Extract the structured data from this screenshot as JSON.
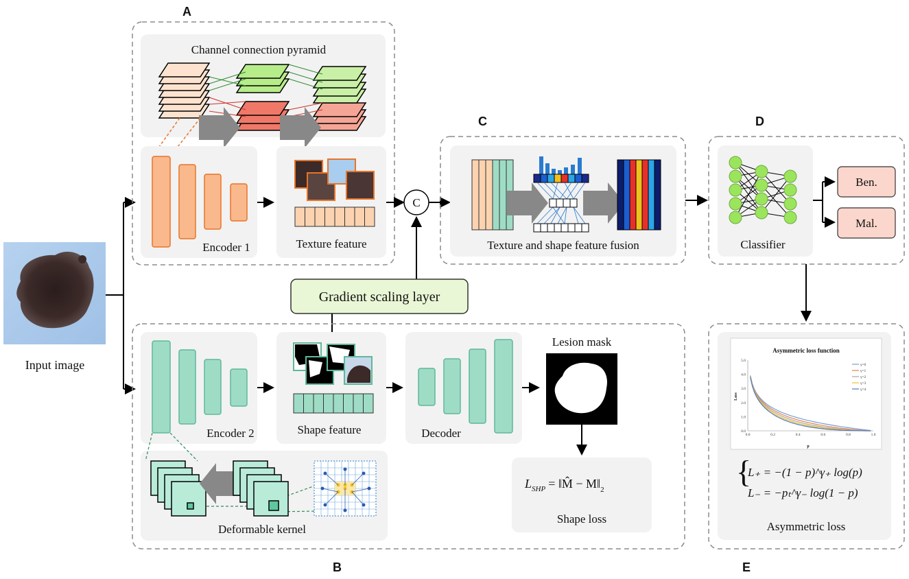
{
  "panel_letters": {
    "a": "A",
    "b": "B",
    "c": "C",
    "d": "D",
    "e": "E"
  },
  "input": {
    "label": "Input image"
  },
  "panel_a": {
    "pyramid_title": "Channel connection pyramid",
    "encoder_label": "Encoder 1",
    "texture_label": "Texture feature"
  },
  "concat": {
    "symbol": "C"
  },
  "gradient_scaling": {
    "label": "Gradient scaling layer"
  },
  "panel_b": {
    "encoder_label": "Encoder 2",
    "shape_label": "Shape feature",
    "decoder_label": "Decoder",
    "mask_label": "Lesion mask",
    "deformable_label": "Deformable kernel",
    "shape_loss_label": "Shape loss",
    "shape_loss_formula": {
      "lhs": "L",
      "lhs_sub": "SHP",
      "rhs": "= ‖M̂ − M‖",
      "rhs_sub": "2"
    }
  },
  "panel_c": {
    "label": "Texture and shape feature fusion"
  },
  "panel_d": {
    "classifier_label": "Classifier",
    "out_benign": "Ben.",
    "out_malignant": "Mal."
  },
  "panel_e": {
    "label": "Asymmetric loss",
    "formula_1": "L₊ = −(1 − p)^γ₊ log(p)",
    "formula_2": "L₋ = −pₜ^γ₋ log(1 − p)",
    "chart_data": {
      "type": "line",
      "title": "Asymmetric loss function",
      "xlabel": "p",
      "ylabel": "Loss",
      "xlim": [
        0,
        1
      ],
      "ylim": [
        0,
        5
      ],
      "xticks": [
        "0.0",
        "0.2",
        "0.4",
        "0.6",
        "0.8",
        "1.0"
      ],
      "yticks": [
        "0.0",
        "1.0",
        "2.0",
        "3.0",
        "4.0",
        "5.0"
      ],
      "legend_position": "top-right",
      "series": [
        {
          "name": "γ=0",
          "gamma": 0,
          "color": "#6f9fd8"
        },
        {
          "name": "γ=1",
          "gamma": 1,
          "color": "#e8804a"
        },
        {
          "name": "γ=2",
          "gamma": 2,
          "color": "#a8a8a8"
        },
        {
          "name": "γ=3",
          "gamma": 3,
          "color": "#f2c01e"
        },
        {
          "name": "γ=4",
          "gamma": 4,
          "color": "#4f79c0"
        }
      ]
    }
  },
  "colors": {
    "encoder1": "#f9b98c",
    "encoder2": "#9fdcc6",
    "output_box": "#fbd6cc",
    "gradient_box": "#eaf7d6",
    "panel_bg": "#f2f2f2",
    "node": "#9be55d"
  }
}
